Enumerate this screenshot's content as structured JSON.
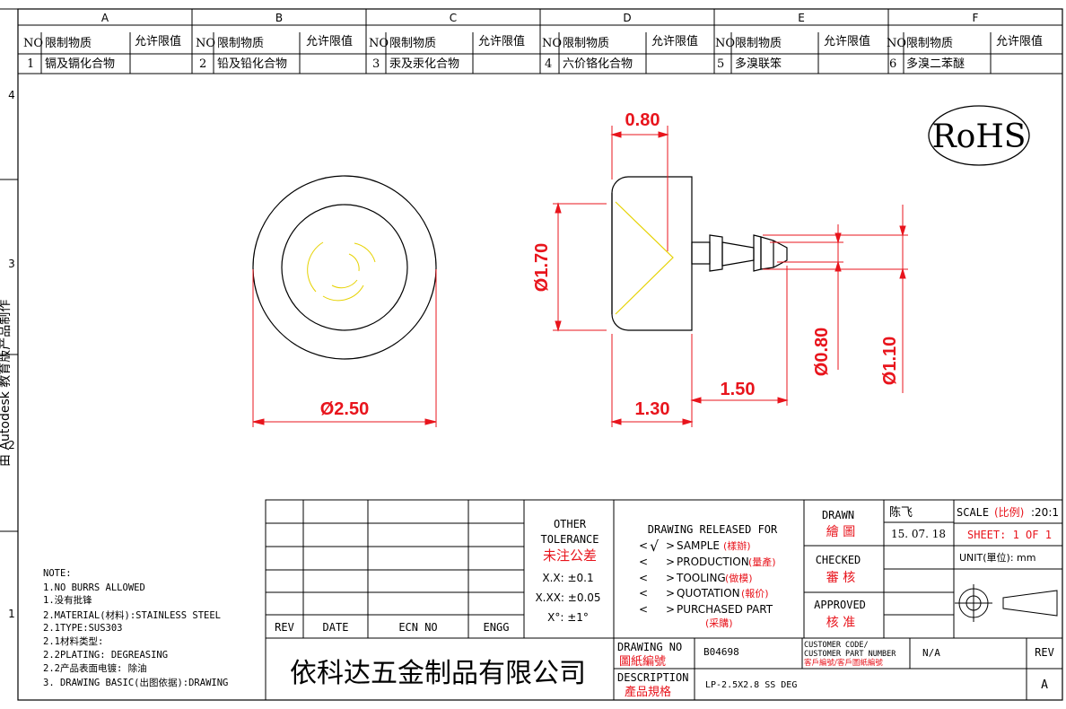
{
  "zone_letters": [
    "A",
    "B",
    "C",
    "D",
    "E",
    "F"
  ],
  "zone_numbers": [
    "4",
    "3",
    "2",
    "1"
  ],
  "substances": {
    "no_header": "NO",
    "name_header": "限制物质",
    "limit_header": "允许限值",
    "items": [
      {
        "no": "1",
        "name": "镉及镉化合物"
      },
      {
        "no": "2",
        "name": "铅及铅化合物"
      },
      {
        "no": "3",
        "name": "汞及汞化合物"
      },
      {
        "no": "4",
        "name": "六价铬化合物"
      },
      {
        "no": "5",
        "name": "多溴联笨"
      },
      {
        "no": "6",
        "name": "多溴二苯醚"
      }
    ]
  },
  "rohs": "RoHS",
  "side_text": "由 Autodesk 教育版产品制作",
  "dimensions": {
    "outer_dia": "Ø2.50",
    "head_dia": "Ø1.70",
    "head_len": "0.80",
    "total_a": "1.30",
    "total_b": "1.50",
    "pin_dia_small": "Ø0.80",
    "pin_dia_large": "Ø1.10"
  },
  "notes": {
    "title": "NOTE:",
    "lines": [
      "1.NO BURRS ALLOWED",
      "1.没有批锋",
      "2.MATERIAL(材料):STAINLESS STEEL",
      "2.1TYPE:SUS303",
      "2.1材料类型:",
      "2.2PLATING: DEGREASING",
      "2.2产品表面电镀: 除油",
      "3. DRAWING BASIC(出图依据):DRAWING"
    ]
  },
  "revision_table": {
    "rev": "REV",
    "date": "DATE",
    "ecn": "ECN NO",
    "engg": "ENGG"
  },
  "company": "依科达五金制品有限公司",
  "tolerance": {
    "title1": "OTHER",
    "title2": "TOLERANCE",
    "title_cn": "未注公差",
    "xx": "X.X: ±0.1",
    "xxx": "X.XX: ±0.05",
    "angle": "X°: ±1°"
  },
  "release": {
    "title": "DRAWING RELEASED FOR",
    "items": [
      {
        "en": "SAMPLE",
        "cn": "(樣辦)"
      },
      {
        "en": "PRODUCTION",
        "cn": "(量產)"
      },
      {
        "en": "TOOLING",
        "cn": "(做模)"
      },
      {
        "en": "QUOTATION",
        "cn": "(報价)"
      },
      {
        "en": "PURCHASED PART",
        "cn": "(采購)"
      }
    ],
    "check_mark": "√"
  },
  "title_block": {
    "drawn": "DRAWN",
    "drawn_cn": "繪 圖",
    "drawn_by": "陈飞",
    "drawn_date": "15. 07. 18",
    "checked": "CHECKED",
    "checked_cn": "審 核",
    "approved": "APPROVED",
    "approved_cn": "核 准",
    "scale_label": "SCALE",
    "scale_cn": "(比例)",
    "scale_value": ":20:1",
    "sheet": "SHEET:  1 OF 1",
    "unit": "UNIT(單位): mm",
    "drawing_no_label": "DRAWING NO",
    "drawing_no_cn": "圖紙編號",
    "drawing_no": "B04698",
    "customer_code_1": "CUSTOMER CODE/",
    "customer_code_2": "CUSTOMER PART NUMBER",
    "customer_code_cn": "客戶編號/客戶圖紙編號",
    "customer_code_value": "N/A",
    "description_label": "DESCRIPTION",
    "description_cn": "產品規格",
    "description": "LP-2.5X2.8 SS DEG",
    "rev_label": "REV",
    "rev_value": "A"
  }
}
